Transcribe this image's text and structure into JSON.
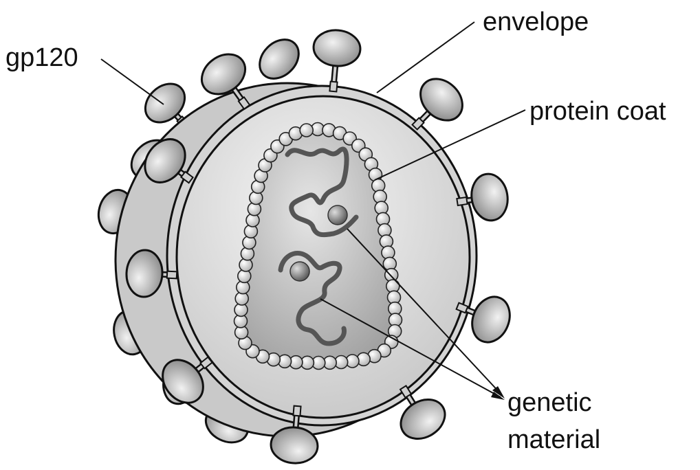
{
  "labels": {
    "gp120": "gp120",
    "envelope": "envelope",
    "protein_coat": "protein coat",
    "genetic_line1": "genetic",
    "genetic_line2": "material"
  },
  "colors": {
    "outline": "#111111",
    "envelope_fill": "#d4d4d4",
    "side_fill": "#c9c9c9",
    "core_fill": "#9f9f9f",
    "strand": "#555555"
  },
  "icons": {
    "spike": "glycoprotein-spike-icon",
    "bead": "capsid-protein-bead-icon"
  }
}
